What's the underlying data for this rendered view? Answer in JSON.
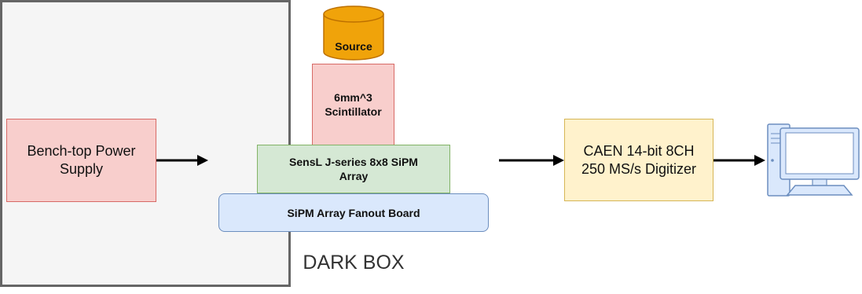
{
  "diagram": {
    "power_supply": "Bench-top Power\nSupply",
    "dark_box": "DARK BOX",
    "source": "Source",
    "scintillator": "6mm^3\nScintillator",
    "sipm_array": "SensL J-series 8x8 SiPM\nArray",
    "fanout_board": "SiPM Array Fanout Board",
    "digitizer": "CAEN 14-bit 8CH\n250 MS/s Digitizer",
    "computer_icon": "computer-icon"
  },
  "colors": {
    "red_fill": "#f8cecc",
    "green_fill": "#d5e8d4",
    "blue_fill": "#dae8fc",
    "yellow_fill": "#fff2cc",
    "source_fill": "#f0a30a",
    "computer_fill": "#dae8fc"
  }
}
